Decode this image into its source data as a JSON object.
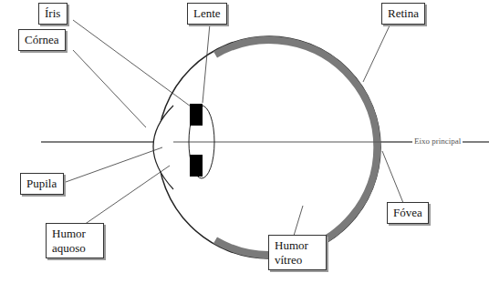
{
  "diagram": {
    "nodes": [
      {
        "text": [
          "Íris"
        ]
      },
      {
        "text": [
          "Lente"
        ]
      },
      {
        "text": [
          "Retina"
        ]
      },
      {
        "text": [
          "Córnea"
        ]
      },
      {
        "text": [
          "Pupila"
        ]
      },
      {
        "text": [
          "Fóvea"
        ]
      },
      {
        "text": [
          "Humor aquoso"
        ]
      },
      {
        "text": [
          "Humor vítreo"
        ]
      }
    ],
    "labels": [
      "Eixo principal"
    ]
  }
}
